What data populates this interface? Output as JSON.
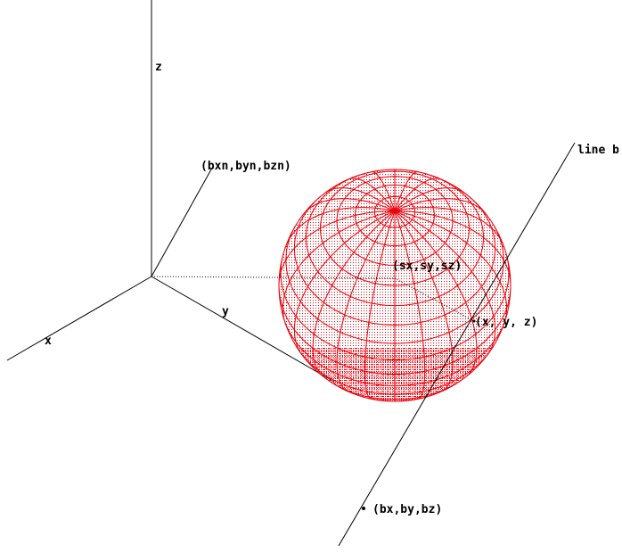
{
  "labels": {
    "axis_z": "z",
    "axis_y": "y",
    "axis_x": "x",
    "point_bn": "(bxn,byn,bzn)",
    "point_s": "(sx,sy,sz)",
    "point_xyz": "(x, y, z)",
    "point_b": "(bx,by,bz)",
    "line_b": "line b"
  },
  "colors": {
    "sphere": "#e8000b",
    "axes": "#000000"
  }
}
